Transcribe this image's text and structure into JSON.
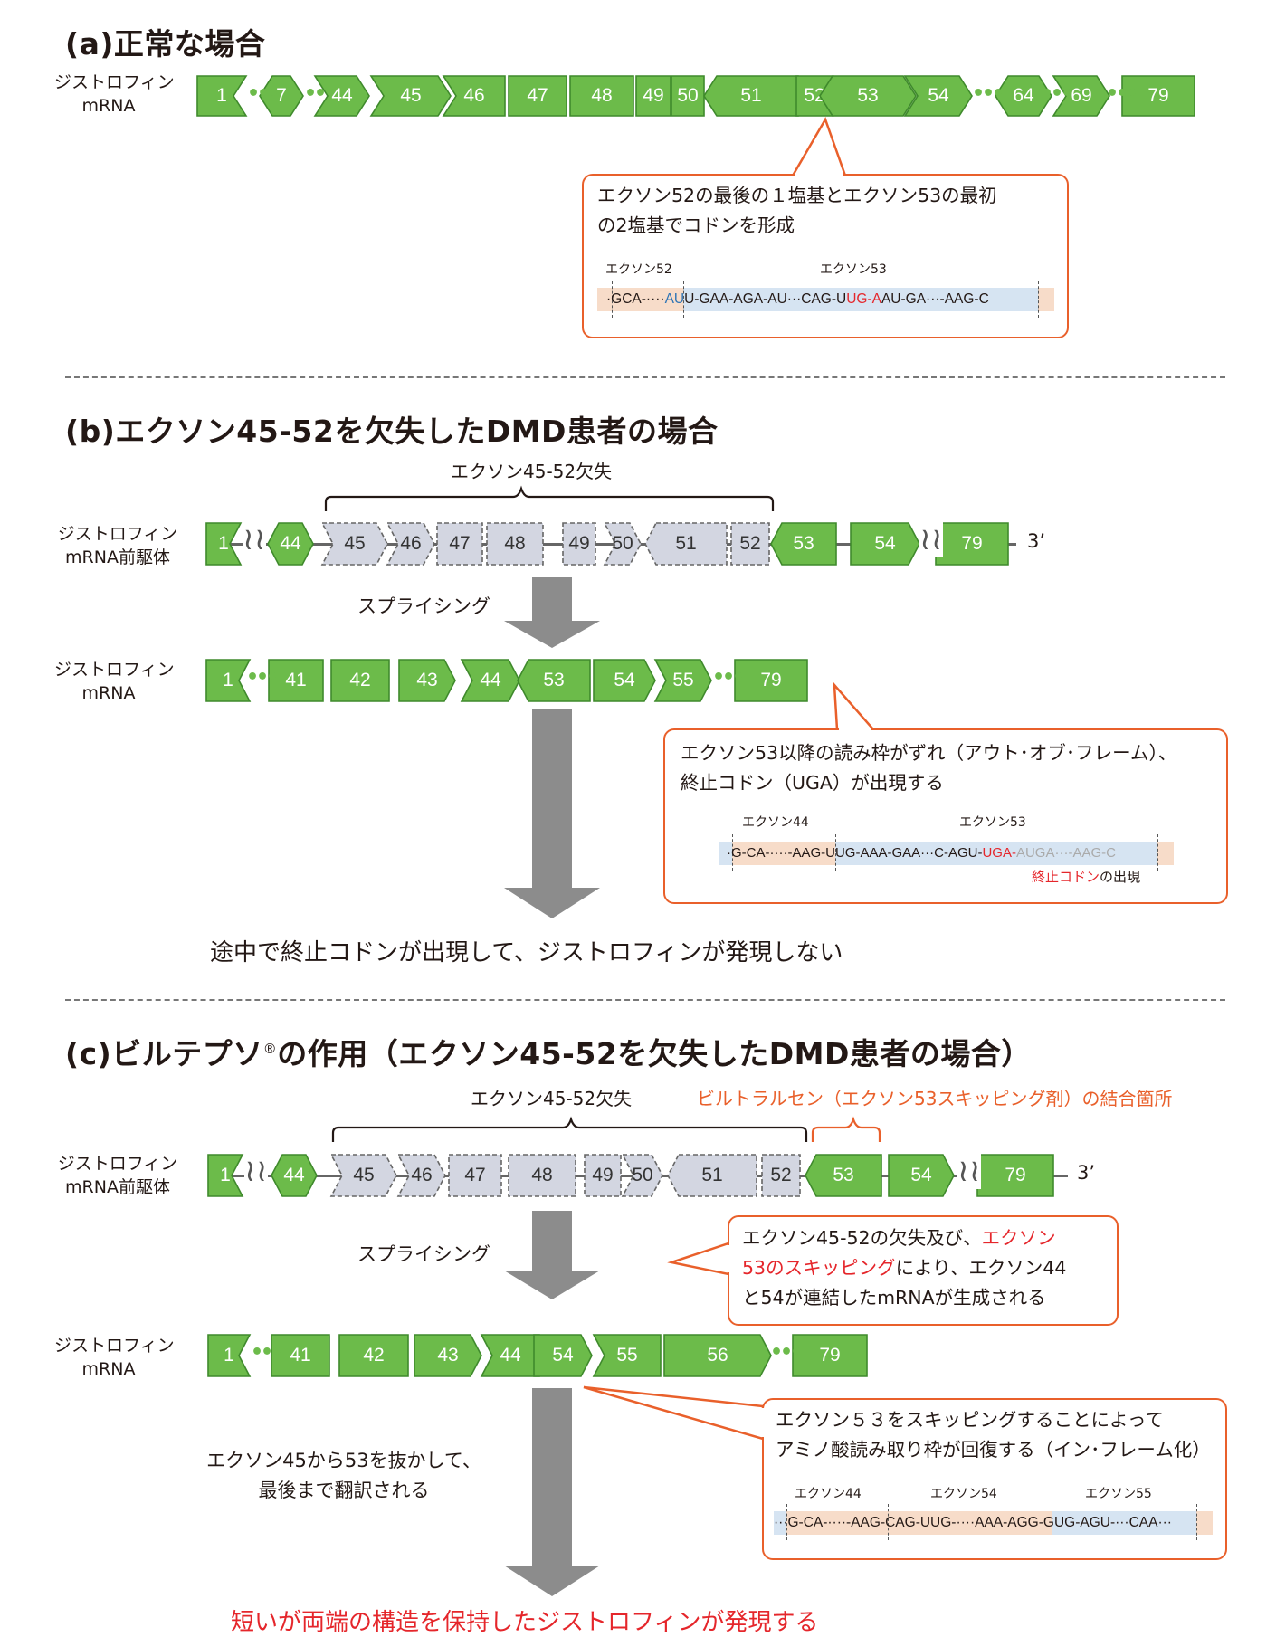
{
  "section_a": {
    "title": "(a)正常な場合",
    "mrna_label": [
      "ジストロフィン",
      "mRNA"
    ],
    "exons": [
      "1",
      "7",
      "44",
      "45",
      "46",
      "47",
      "48",
      "49",
      "50",
      "51",
      "52",
      "53",
      "54",
      "64",
      "69",
      "79"
    ],
    "callout_text": [
      "エクソン52の最後の１塩基とエクソン53の最初",
      "の2塩基でコドンを形成"
    ],
    "seq_title_1": "エクソン52",
    "seq_title_2": "エクソン53",
    "seq_pre": "·GCA-····",
    "seq_blue": "AU",
    "seq_mid": "U-GAA-AGA-AU···CAG-U",
    "seq_red": "UG-A",
    "seq_post": "AU-GA···-AAG-C"
  },
  "section_b": {
    "title": "(b)エクソン45-52を欠失したDMD患者の場合",
    "deletion_label": "エクソン45-52欠失",
    "pre_label": [
      "ジストロフィン",
      "mRNA前駆体"
    ],
    "pre_exons": [
      "1",
      "44",
      "45",
      "46",
      "47",
      "48",
      "49",
      "50",
      "51",
      "52",
      "53",
      "54",
      "79"
    ],
    "three_prime": "3’",
    "splicing": "スプライシング",
    "mrna_label": [
      "ジストロフィン",
      "mRNA"
    ],
    "mrna_exons": [
      "1",
      "41",
      "42",
      "43",
      "44",
      "53",
      "54",
      "55",
      "79"
    ],
    "callout_text": [
      "エクソン53以降の読み枠がずれ（アウト･オブ･フレーム）、",
      "終止コドン（UGA）が出現する"
    ],
    "seq_title_1": "エクソン44",
    "seq_title_2": "エクソン53",
    "seq_pre": "·G-CA-····-AAG-UUG-AAA-GAA···C-AGU-",
    "seq_red": "UGA-",
    "seq_gray": "AUGA···-AAG-C",
    "stop_red": "終止コドン",
    "stop_black": "の出現",
    "result": "途中で終止コドンが出現して、ジストロフィンが発現しない"
  },
  "section_c": {
    "title": "(c)ビルテプソ",
    "title_reg": "®",
    "title_rest": "の作用（エクソン45-52を欠失したDMD患者の場合）",
    "deletion_label": "エクソン45-52欠失",
    "binding_label": "ビルトラルセン（エクソン53スキッピング剤）の結合箇所",
    "pre_label": [
      "ジストロフィン",
      "mRNA前駆体"
    ],
    "pre_exons": [
      "1",
      "44",
      "45",
      "46",
      "47",
      "48",
      "49",
      "50",
      "51",
      "52",
      "53",
      "54",
      "79"
    ],
    "three_prime": "3’",
    "splicing": "スプライシング",
    "callout1_l1a": "エクソン45-52の欠失及び、",
    "callout1_l1b": "エクソン",
    "callout1_l2a": "53のスキッピング",
    "callout1_l2b": "により、エクソン44",
    "callout1_l3": "と54が連結したmRNAが生成される",
    "mrna_label": [
      "ジストロフィン",
      "mRNA"
    ],
    "mrna_exons": [
      "1",
      "41",
      "42",
      "43",
      "44",
      "54",
      "55",
      "56",
      "79"
    ],
    "side_text": [
      "エクソン45から53を抜かして、",
      "最後まで翻訳される"
    ],
    "callout2_text": [
      "エクソン５３をスキッピングすることによって",
      "アミノ酸読み取り枠が回復する（イン･フレーム化）"
    ],
    "seq_title_1": "エクソン44",
    "seq_title_2": "エクソン54",
    "seq_title_3": "エクソン55",
    "seq_text": "···G-CA-····-AAG-CAG-UUG-····AAA-AGG-GUG-AGU-···CAA···",
    "result": "短いが両端の構造を保持したジストロフィンが発現する"
  },
  "colors": {
    "exon_green": "#6cbb4a",
    "exon_dark": "#3f8a2c",
    "deleted": "#d3d6e1",
    "callout": "#e9602b",
    "stop_red": "#e5262b",
    "arrow": "#8c8c8c",
    "seq_blue": "#d6e4f2",
    "seq_peach": "#f7dcc9"
  }
}
